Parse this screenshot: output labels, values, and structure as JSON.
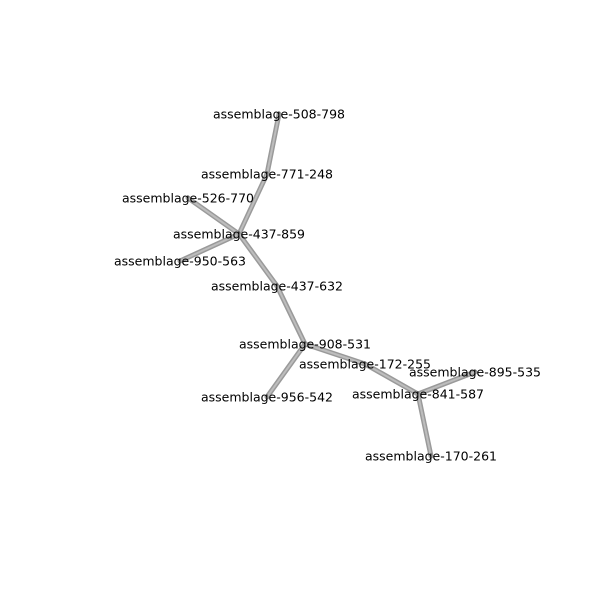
{
  "graph": {
    "nodes": [
      {
        "id": "n508798",
        "label": "assemblage-508-798"
      },
      {
        "id": "n771248",
        "label": "assemblage-771-248"
      },
      {
        "id": "n526770",
        "label": "assemblage-526-770"
      },
      {
        "id": "n437859",
        "label": "assemblage-437-859"
      },
      {
        "id": "n950563",
        "label": "assemblage-950-563"
      },
      {
        "id": "n437632",
        "label": "assemblage-437-632"
      },
      {
        "id": "n908531",
        "label": "assemblage-908-531"
      },
      {
        "id": "n172255",
        "label": "assemblage-172-255"
      },
      {
        "id": "n895535",
        "label": "assemblage-895-535"
      },
      {
        "id": "n841587",
        "label": "assemblage-841-587"
      },
      {
        "id": "n956542",
        "label": "assemblage-956-542"
      },
      {
        "id": "n170261",
        "label": "assemblage-170-261"
      }
    ],
    "edges": [
      {
        "source": "n508798",
        "target": "n771248"
      },
      {
        "source": "n771248",
        "target": "n437859"
      },
      {
        "source": "n526770",
        "target": "n437859"
      },
      {
        "source": "n950563",
        "target": "n437859"
      },
      {
        "source": "n437859",
        "target": "n437632"
      },
      {
        "source": "n437632",
        "target": "n908531"
      },
      {
        "source": "n908531",
        "target": "n956542"
      },
      {
        "source": "n908531",
        "target": "n172255"
      },
      {
        "source": "n172255",
        "target": "n841587"
      },
      {
        "source": "n841587",
        "target": "n895535"
      },
      {
        "source": "n841587",
        "target": "n170261"
      }
    ]
  }
}
